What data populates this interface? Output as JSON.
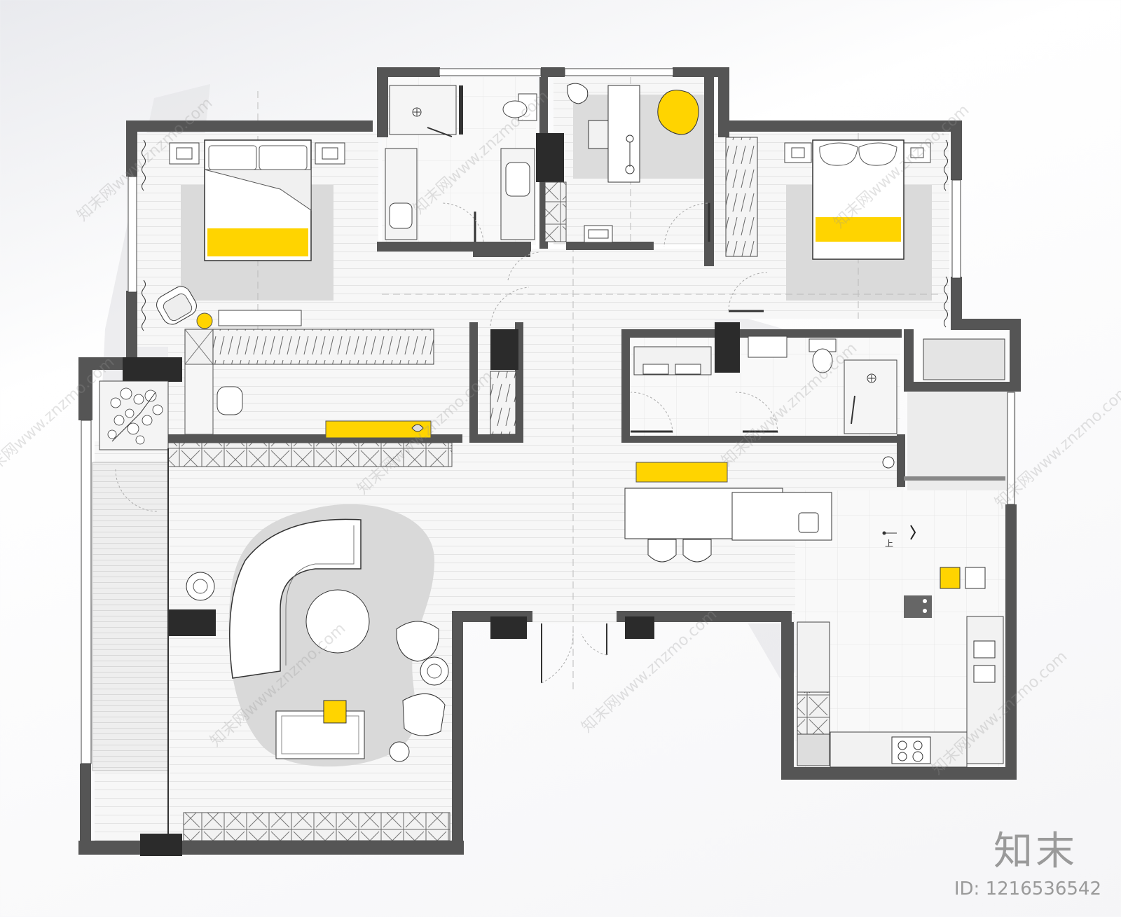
{
  "watermark": {
    "repeat_text": "知末网www.znzmo.com",
    "brand": "知末",
    "image_id": "ID: 1216536542"
  },
  "plan": {
    "stair_label": "上",
    "colors": {
      "wall": "#555555",
      "wall_block": "#2b2b2b",
      "floor": "#f6f6f6",
      "rug": "#d7d7d7",
      "accent": "#ffd400",
      "line": "#333333"
    }
  }
}
